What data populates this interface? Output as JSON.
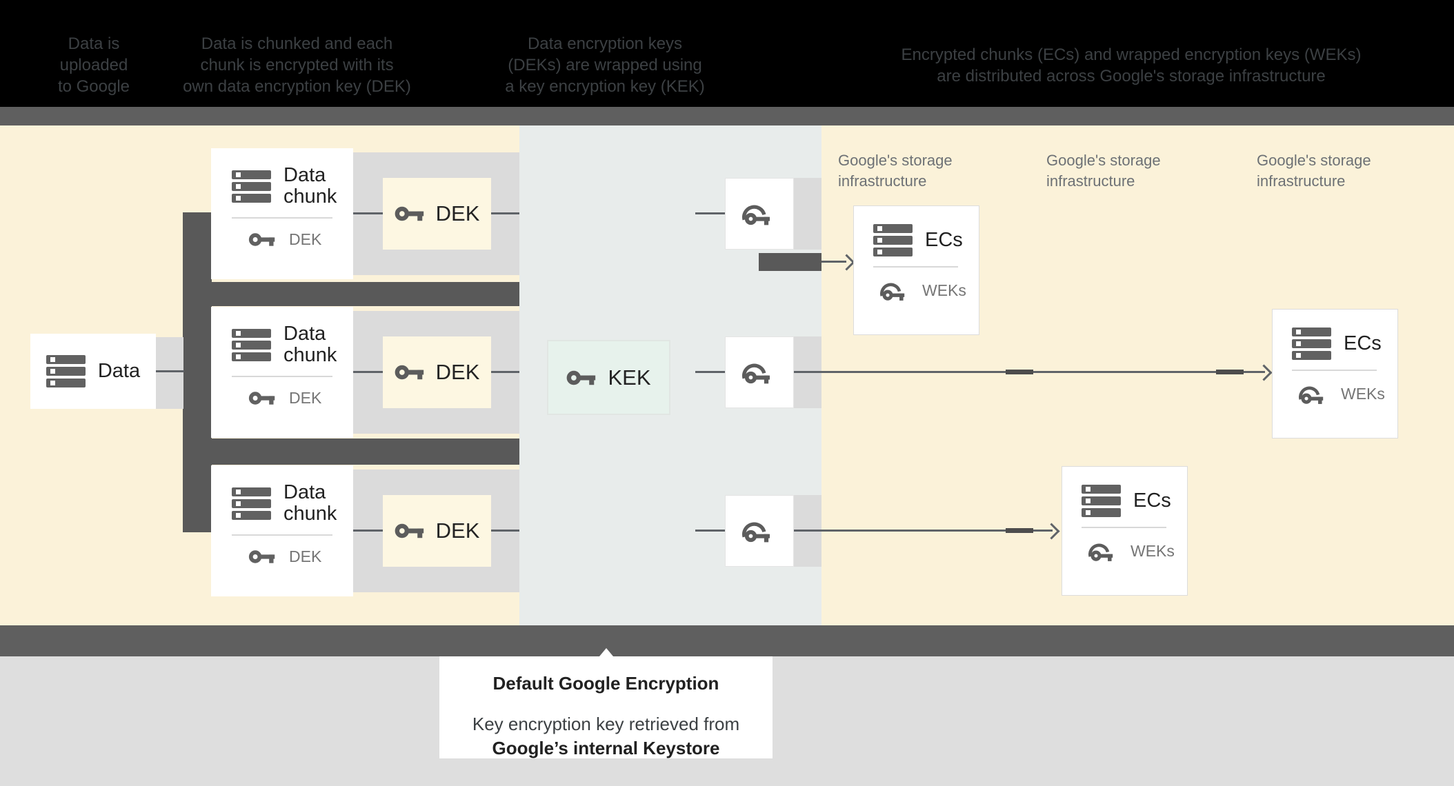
{
  "banner": {
    "col1": [
      "Data is",
      "uploaded",
      "to Google"
    ],
    "col2": [
      "Data is chunked and each",
      "chunk is encrypted with its",
      "own data encryption key (DEK)"
    ],
    "col3": [
      "Data encryption keys",
      "(DEKs) are wrapped using",
      "a key encryption key (KEK)"
    ],
    "col4": [
      "Encrypted chunks (ECs) and wrapped encryption keys (WEKs)",
      "are distributed across Google's storage infrastructure"
    ]
  },
  "storage_label": "Google's storage\ninfrastructure",
  "nodes": {
    "data": {
      "label": "Data"
    },
    "chunk": {
      "title": "Data\nchunk",
      "key_label": "DEK"
    },
    "dek": {
      "label": "DEK"
    },
    "kek": {
      "label": "KEK"
    },
    "ecs": {
      "title": "ECs",
      "key_label": "WEKs"
    }
  },
  "caption": {
    "title": "Default Google Encryption",
    "body_line1": "Key encryption key retrieved from",
    "body_line2": "Google’s internal Keystore"
  },
  "colors": {
    "cream_background": "#fbf2d9",
    "keystore_column": "#e8eceb",
    "row_panel": "#dbdbdb",
    "dark_connector": "#595959",
    "separator_band": "#5f5f5f",
    "kek_fill": "#e7f2ec",
    "dek_fill": "#fdf7e2",
    "icon_gray": "#616161",
    "muted_text": "#757575",
    "footer_background": "#dedede"
  }
}
